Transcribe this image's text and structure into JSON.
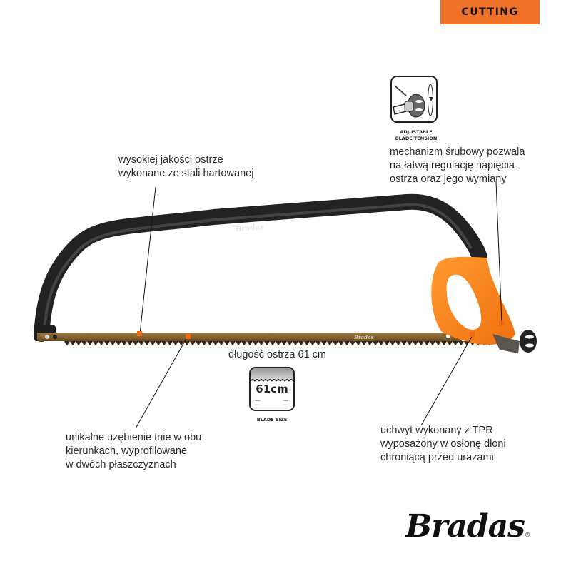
{
  "header": {
    "category": "CUTTING"
  },
  "features": [
    {
      "id": "blade-quality",
      "lines": [
        "wysokiej jakości ostrze",
        "wykonane ze stali hartowanej"
      ]
    },
    {
      "id": "tension-mechanism",
      "lines": [
        "mechanizm śrubowy pozwala",
        "na łatwą regulację napięcia",
        "ostrza oraz jego wymiany"
      ]
    },
    {
      "id": "blade-length",
      "lines": [
        "długość ostrza 61 cm"
      ]
    },
    {
      "id": "teeth-profile",
      "lines": [
        "unikalne uzębienie tnie w obu",
        "kierunkach, wyprofilowane",
        "w dwóch płaszczyznach"
      ]
    },
    {
      "id": "handle",
      "lines": [
        "uchwyt wykonany z TPR",
        "wyposażony w osłonę dłoni",
        "chroniącą przed urazami"
      ]
    }
  ],
  "icons": {
    "tension": {
      "caption_line1": "ADJUSTABLE",
      "caption_line2": "BLADE TENSION"
    },
    "blade_size": {
      "value": "61cm",
      "caption": "BLADE SIZE"
    }
  },
  "product": {
    "frame_brand": "Bradas",
    "blade_brand": "Bradas"
  },
  "brand": {
    "logo": "Bradas",
    "registered": "®"
  },
  "colors": {
    "accent": "#f07128",
    "frame": "#2b2b2b",
    "handle": "#f5821f",
    "blade": "#7a5a2e",
    "marker": "#f26a10"
  }
}
